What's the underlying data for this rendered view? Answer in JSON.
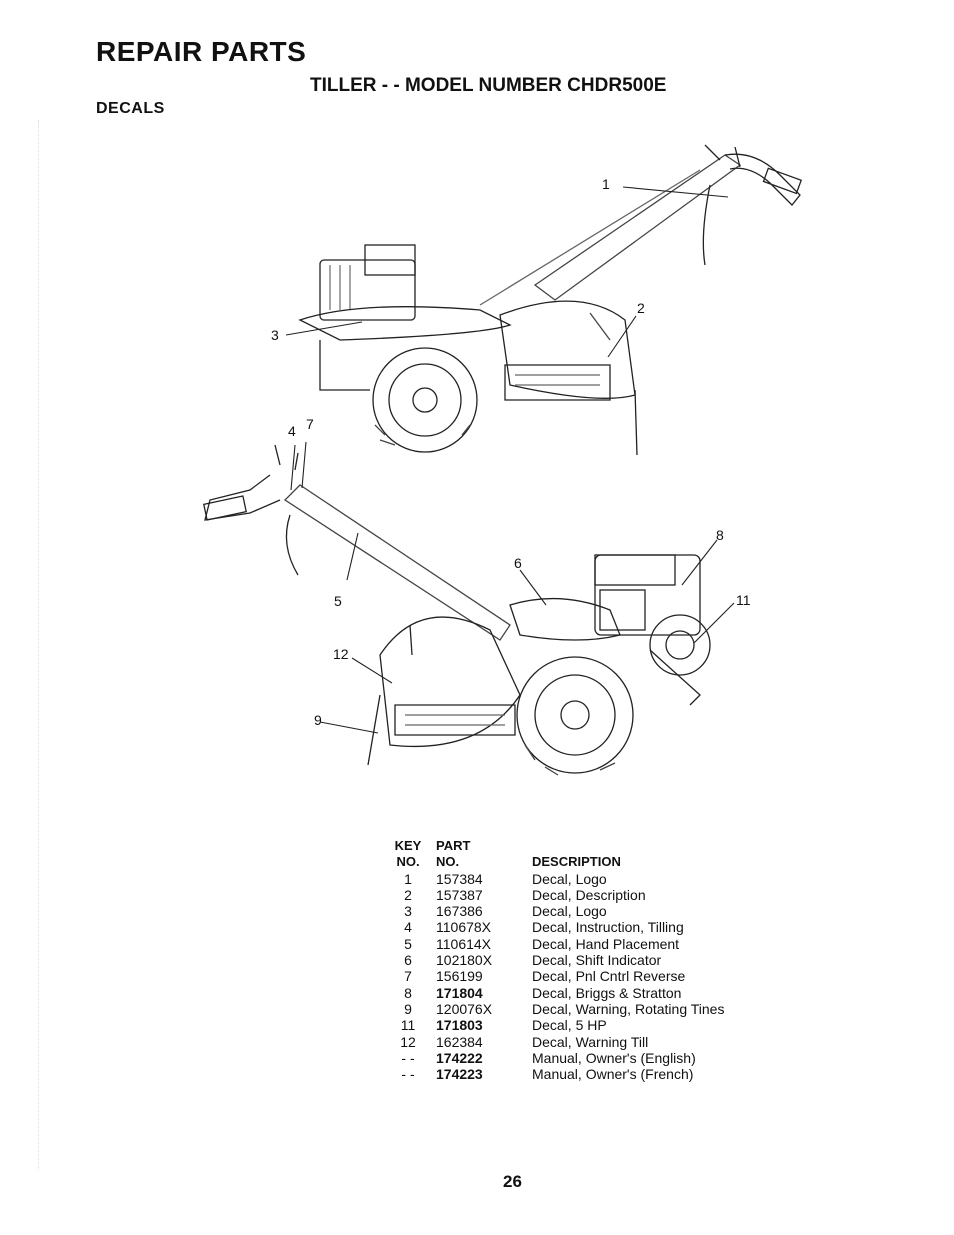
{
  "header": {
    "title": "REPAIR PARTS",
    "subtitle": "TILLER - - MODEL NUMBER CHDR500E",
    "section": "DECALS"
  },
  "callouts": {
    "c1": "1",
    "c2": "2",
    "c3": "3",
    "c4": "4",
    "c5": "5",
    "c6": "6",
    "c7": "7",
    "c8": "8",
    "c9": "9",
    "c11": "11",
    "c12": "12"
  },
  "table": {
    "header_top": {
      "key": "KEY",
      "part": "PART"
    },
    "header_bottom": {
      "key": "NO.",
      "part": "NO.",
      "description": "DESCRIPTION"
    },
    "rows": [
      {
        "key": "1",
        "part": "157384",
        "description": "Decal, Logo"
      },
      {
        "key": "2",
        "part": "157387",
        "description": "Decal, Description"
      },
      {
        "key": "3",
        "part": "167386",
        "description": "Decal, Logo"
      },
      {
        "key": "4",
        "part": "110678X",
        "description": "Decal, Instruction, Tilling"
      },
      {
        "key": "5",
        "part": "110614X",
        "description": "Decal, Hand Placement"
      },
      {
        "key": "6",
        "part": "102180X",
        "description": "Decal, Shift Indicator"
      },
      {
        "key": "7",
        "part": "156199",
        "description": "Decal, Pnl Cntrl Reverse"
      },
      {
        "key": "8",
        "part": "171804",
        "description": "Decal, Briggs & Stratton"
      },
      {
        "key": "9",
        "part": "120076X",
        "description": "Decal, Warning, Rotating Tines"
      },
      {
        "key": "11",
        "part": "171803",
        "description": "Decal, 5 HP"
      },
      {
        "key": "12",
        "part": "162384",
        "description": "Decal, Warning Till"
      },
      {
        "key": "- -",
        "part": "174222",
        "description": "Manual, Owner's (English)"
      },
      {
        "key": "- -",
        "part": "174223",
        "description": "Manual, Owner's (French)"
      }
    ]
  },
  "footer": {
    "page_number": "26"
  }
}
